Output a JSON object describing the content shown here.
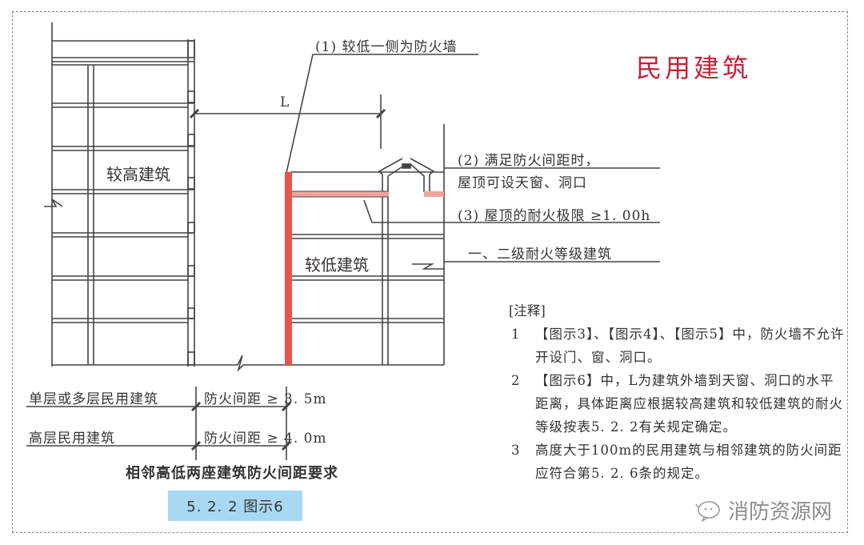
{
  "title": "民用建筑",
  "buildings": {
    "taller": "较高建筑",
    "lower": "较低建筑"
  },
  "dimension_label": "L",
  "callouts": [
    {
      "id": 1,
      "text": "(1) 较低一侧为防火墙"
    },
    {
      "id": 2,
      "line1": "(2) 满足防火间距时，",
      "line2": "屋顶可设天窗、洞口"
    },
    {
      "id": 3,
      "text": "(3) 屋顶的耐火极限 ≥1. 00h"
    },
    {
      "id": 4,
      "text": "一、二级耐火等级建筑"
    }
  ],
  "spacing_requirements": [
    {
      "building_type": "单层或多层民用建筑",
      "requirement": "防火间距 ≥ 3. 5m"
    },
    {
      "building_type": "高层民用建筑",
      "requirement": "防火间距 ≥ 4. 0m"
    }
  ],
  "caption": "相邻高低两座建筑防火间距要求",
  "figure_badge": "5. 2. 2  图示6",
  "notes": {
    "heading": "[注释]",
    "items": [
      {
        "num": "1",
        "text": "【图示3】、【图示4】、【图示5】中，防火墙不允许开设门、窗、洞口。"
      },
      {
        "num": "2",
        "text": "【图示6】中，L为建筑外墙到天窗、洞口的水平距离，具体距离应根据较高建筑和较低建筑的耐火等级按表5. 2. 2有关规定确定。"
      },
      {
        "num": "3",
        "text": "高度大于100m的民用建筑与相邻建筑的防火间距应符合第5. 2. 6条的规定。"
      }
    ]
  },
  "watermark": "消防资源网",
  "colors": {
    "firewall": "#e8554a",
    "roof_fire": "#f2a49c",
    "title": "#c4223a",
    "badge": "#a9d8f3",
    "line": "#444444"
  }
}
